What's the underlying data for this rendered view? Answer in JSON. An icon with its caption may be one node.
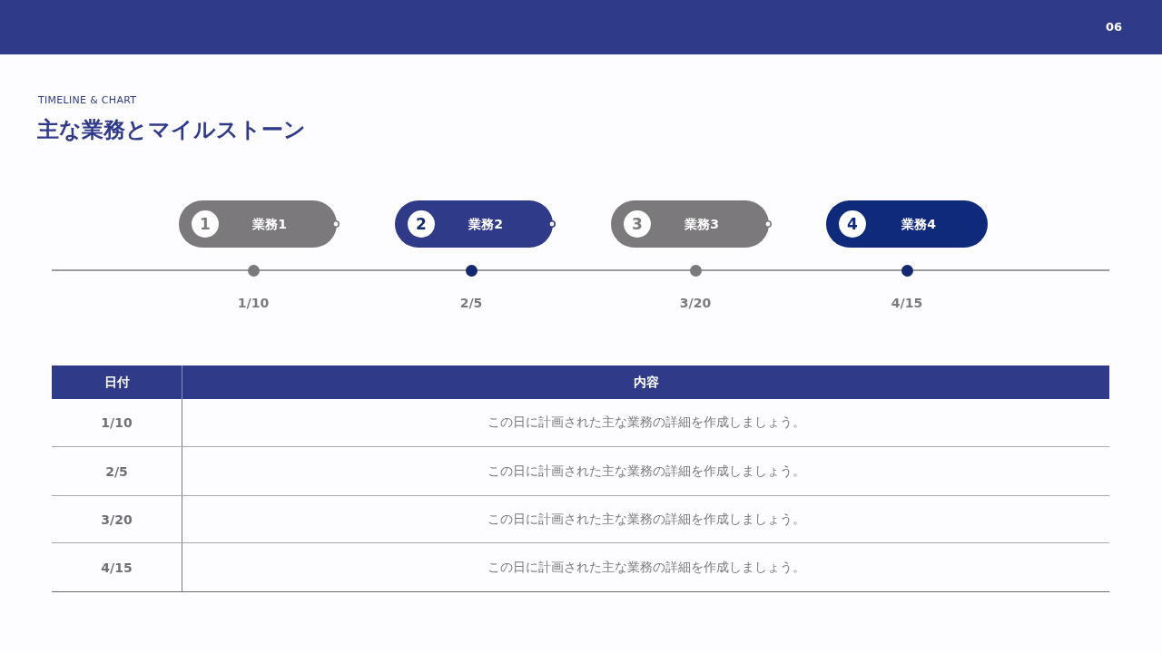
{
  "diagram": {
    "title": "主な業務とマイルストーン",
    "nodes": [
      {
        "text": [
          "1",
          "業務1"
        ]
      },
      {
        "text": [
          "2",
          "業務2"
        ]
      },
      {
        "text": [
          "3",
          "業務3"
        ]
      },
      {
        "text": [
          "4",
          "業務4"
        ]
      }
    ],
    "labels": [
      "06",
      "TIMELINE & CHART",
      "1/10",
      "2/5",
      "3/20",
      "4/15",
      "日付",
      "内容",
      "1/10",
      "この日に計画された主な業務の詳細を作成しましょう。",
      "2/5",
      "この日に計画された主な業務の詳細を作成しましょう。",
      "3/20",
      "この日に計画された主な業務の詳細を作成しましょう。",
      "4/15",
      "この日に計画された主な業務の詳細を作成しましょう。"
    ]
  }
}
